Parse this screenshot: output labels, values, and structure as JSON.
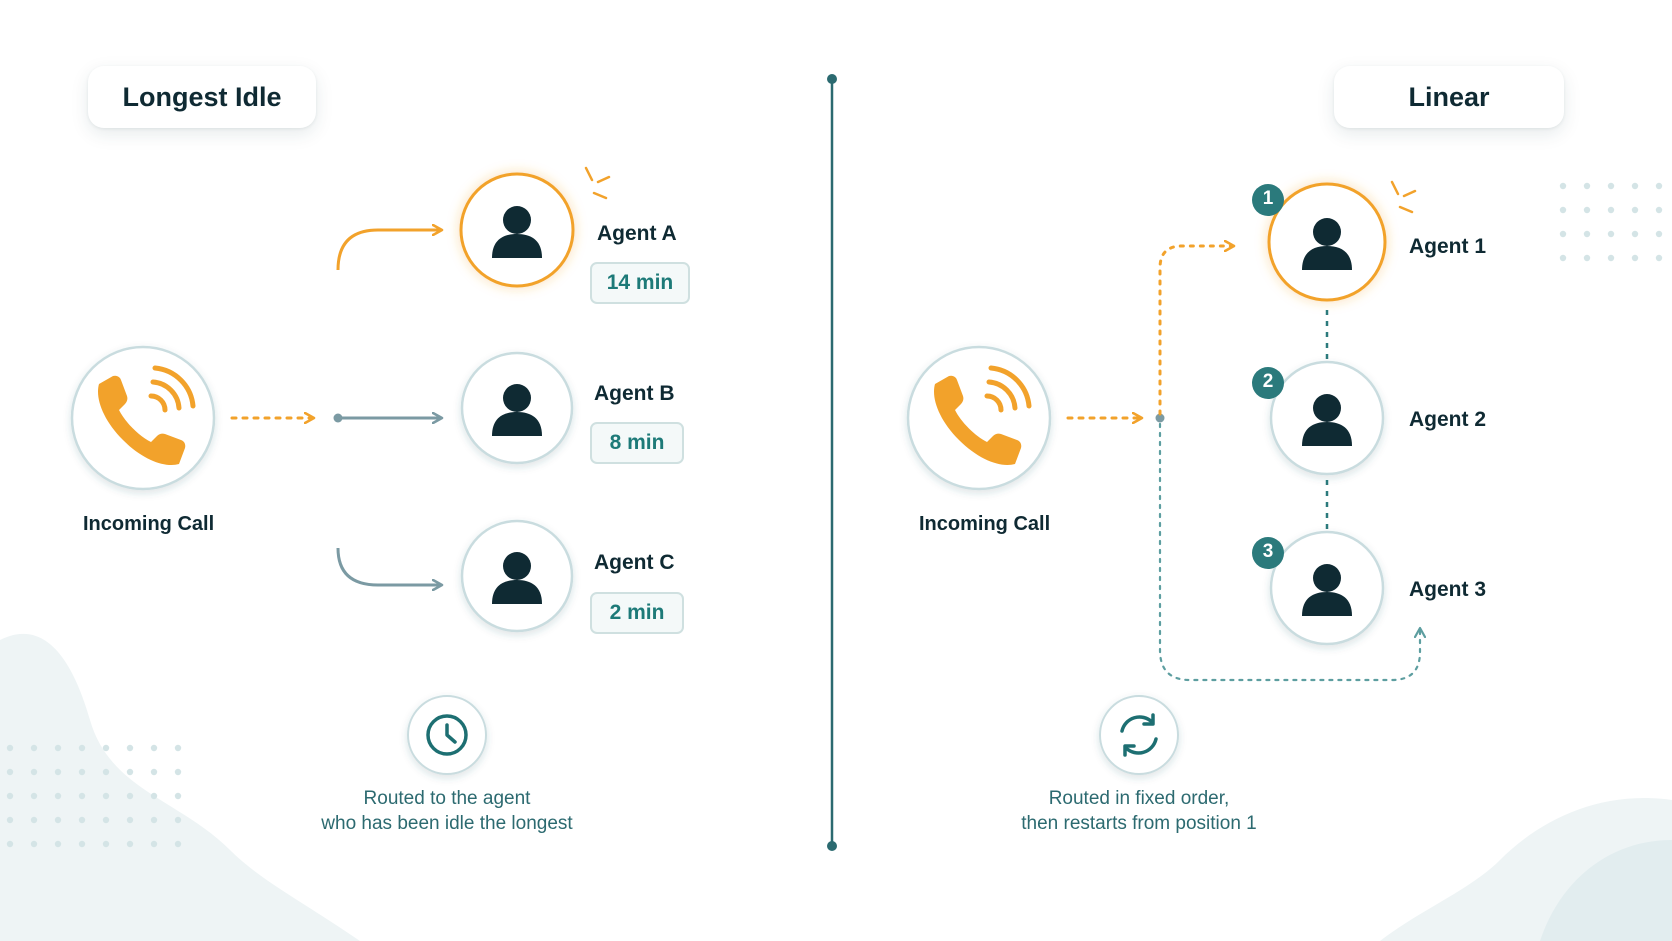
{
  "left": {
    "title": "Longest Idle",
    "call_label": "Incoming Call",
    "agents": [
      {
        "name": "Agent A",
        "idle": "14 min",
        "selected": true
      },
      {
        "name": "Agent B",
        "idle": "8 min",
        "selected": false
      },
      {
        "name": "Agent C",
        "idle": "2 min",
        "selected": false
      }
    ],
    "caption_line1": "Routed to the agent",
    "caption_line2": "who has been idle the longest",
    "caption_icon": "clock-icon"
  },
  "right": {
    "title": "Linear",
    "call_label": "Incoming Call",
    "agents": [
      {
        "position": "1",
        "name": "Agent 1",
        "selected": true
      },
      {
        "position": "2",
        "name": "Agent 2",
        "selected": false
      },
      {
        "position": "3",
        "name": "Agent 3",
        "selected": false
      }
    ],
    "caption_line1": "Routed in fixed order,",
    "caption_line2": "then restarts from position 1",
    "caption_icon": "refresh-cycle-icon"
  },
  "colors": {
    "accent_orange": "#f2a22b",
    "teal": "#2b7a7c",
    "dark_navy": "#0f2a33",
    "gray_line": "#7b9aa3"
  }
}
